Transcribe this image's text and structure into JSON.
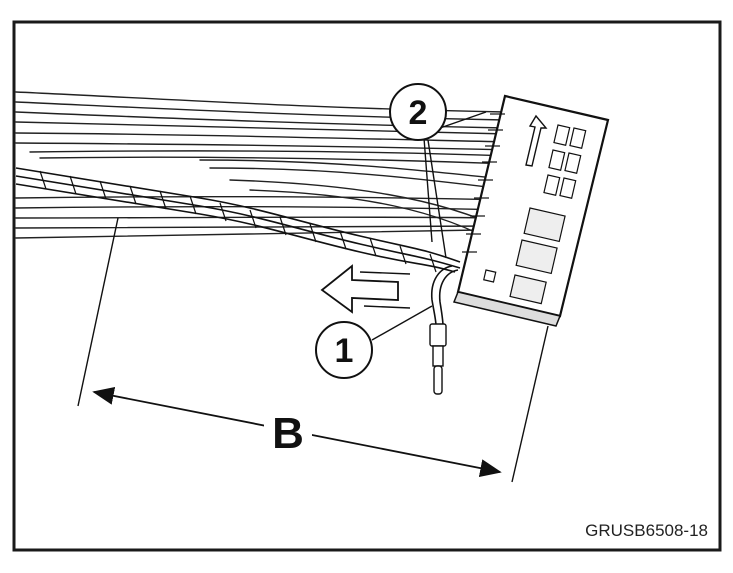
{
  "figure": {
    "callouts": [
      {
        "id": "1",
        "label": "1"
      },
      {
        "id": "2",
        "label": "2"
      }
    ],
    "dimension_label": "B",
    "reference_code": "GRUSB6508-18",
    "colors": {
      "ink": "#111111",
      "paper": "#ffffff",
      "frame": "#1a1a1a"
    }
  }
}
